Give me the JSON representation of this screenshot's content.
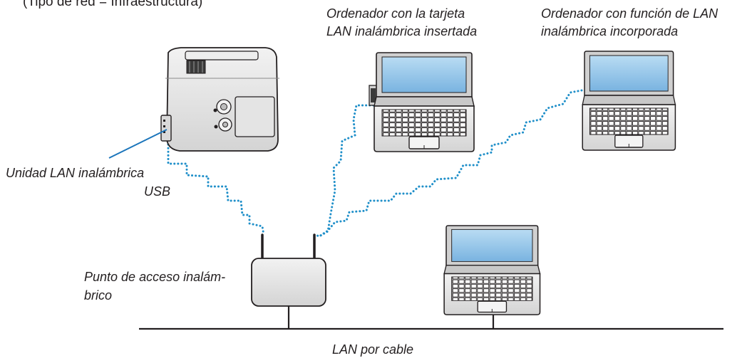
{
  "header_text": "(Tipo de red = Infraestructura)",
  "labels": {
    "laptop_card_line1": "Ordenador con la tarjeta",
    "laptop_card_line2": "LAN inalámbrica insertada",
    "laptop_builtin_line1": "Ordenador con función de LAN",
    "laptop_builtin_line2": "inalámbrica incorporada",
    "usb_unit_line1": "Unidad LAN inalámbrica",
    "usb_unit_line2": "USB",
    "access_point_line1": "Punto de acceso inalám-",
    "access_point_line2": "brico",
    "wired_lan": "LAN por cable"
  },
  "icons": {
    "projector": "projector-icon",
    "usb_lan_unit": "usb-wireless-lan-unit-icon",
    "access_point": "wireless-access-point-icon",
    "laptop": "laptop-icon",
    "wireless_link": "dotted-wireless-link",
    "wired_link": "wired-lan-line"
  },
  "colors": {
    "wireless_dots": "#1f8fc9",
    "pointer_line": "#1b75bb",
    "screen": "#8fc1e6",
    "device_fill": "#e6e6e6",
    "outline": "#231f20"
  }
}
